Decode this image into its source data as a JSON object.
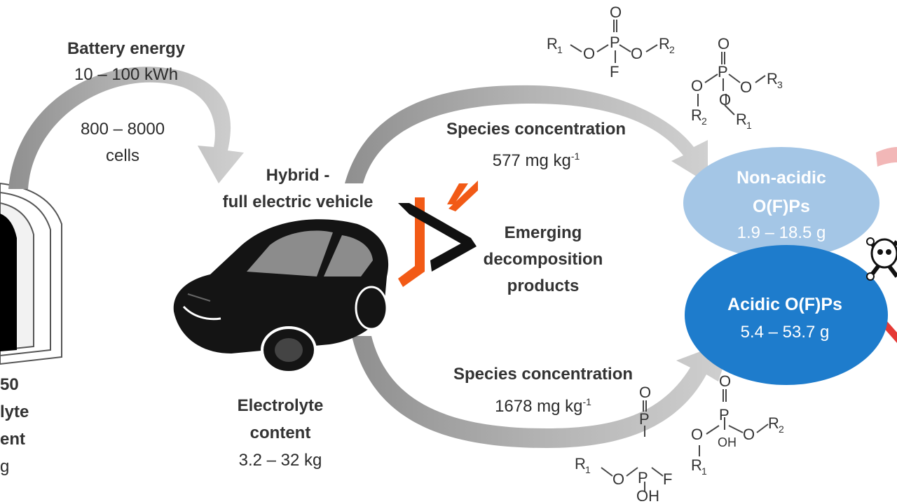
{
  "battery": {
    "title": "Battery energy",
    "range": "10  – 100 kWh",
    "cells_range": "800 – 8000",
    "cells_label": "cells"
  },
  "left_cell": {
    "lines": [
      "50",
      "lyte",
      "ent",
      "g"
    ]
  },
  "vehicle": {
    "title_line1": "Hybrid -",
    "title_line2": "full electric vehicle",
    "electrolyte_line1": "Electrolyte",
    "electrolyte_line2": "content",
    "electrolyte_range": "3.2 – 32 kg"
  },
  "upper_path": {
    "label": "Species concentration",
    "value": "577 mg kg",
    "exponent": "-1"
  },
  "lower_path": {
    "label": "Species concentration",
    "value": "1678 mg kg",
    "exponent": "-1"
  },
  "center": {
    "line1": "Emerging",
    "line2": "decomposition",
    "line3": "products"
  },
  "non_acidic": {
    "line1": "Non-acidic",
    "line2": "O(F)Ps",
    "range": "1.9 – 18.5 g",
    "color": "#a4c6e6"
  },
  "acidic": {
    "line1": "Acidic O(F)Ps",
    "range": "5.4 – 53.7 g",
    "color": "#1e7ccc"
  },
  "colors": {
    "arrow": "#a9a9a9",
    "logo_orange": "#f25a16",
    "logo_black": "#111111",
    "hazard_red": "#e53935"
  },
  "icons": [
    "car-icon",
    "battery-cell-icon",
    "skull-crossbones-icon",
    "watermark-logo-icon"
  ]
}
